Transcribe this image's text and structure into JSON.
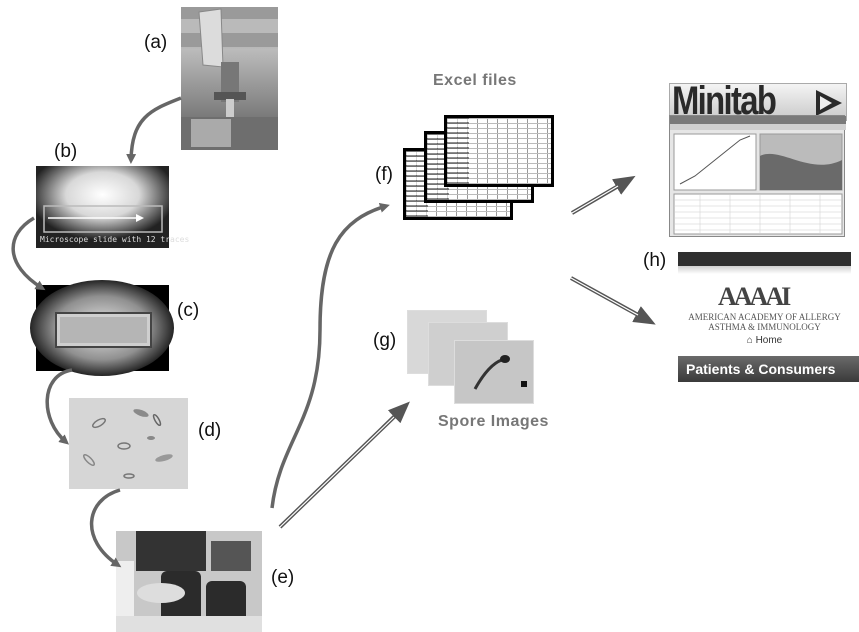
{
  "labels": {
    "a": "(a)",
    "b": "(b)",
    "c": "(c)",
    "d": "(d)",
    "e": "(e)",
    "f": "(f)",
    "g": "(g)",
    "h": "(h)"
  },
  "captions": {
    "excel": "Excel files",
    "spore": "Spore Images"
  },
  "slide_text": "Microscope slide with 12 traces",
  "minitab": {
    "logo": "Minitab"
  },
  "aaaai": {
    "logo": "AAAAI",
    "name_line1": "AMERICAN ACADEMY OF ALLERGY",
    "name_line2": "ASTHMA & IMMUNOLOGY",
    "home": "Home",
    "banner": "Patients & Consumers"
  },
  "colors": {
    "arrow_curved": "#666666",
    "arrow_straight": "#555555",
    "caption": "#777777",
    "banner": "#4a4a4a"
  }
}
